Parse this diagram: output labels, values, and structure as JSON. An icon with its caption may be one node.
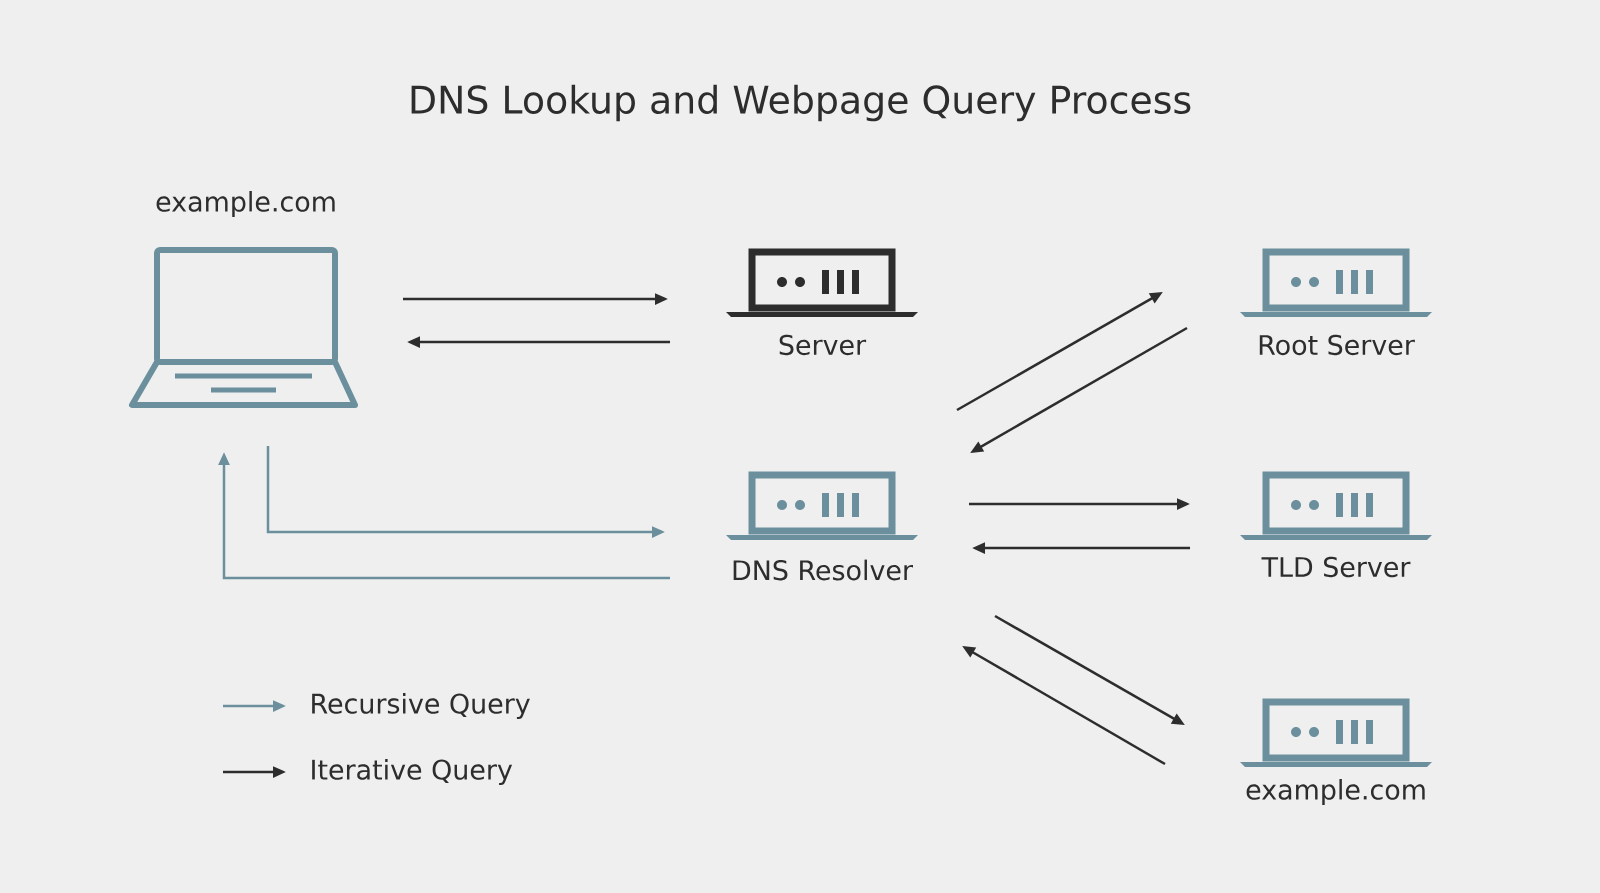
{
  "diagram": {
    "title": "DNS Lookup and Webpage Query Process",
    "nodes": [
      {
        "text": [
          "example.com"
        ]
      },
      {
        "text": [
          "Server"
        ]
      },
      {
        "text": [
          "Root Server"
        ]
      },
      {
        "text": [
          "DNS Resolver"
        ]
      },
      {
        "text": [
          "TLD Server"
        ]
      },
      {
        "text": [
          "example.com"
        ]
      }
    ],
    "edges": [
      {
        "from": 0,
        "to": 1,
        "arrow": "to"
      },
      {
        "from": 1,
        "to": 0,
        "arrow": "to"
      },
      {
        "from": 0,
        "to": 3,
        "arrow": "to",
        "color": "#6b8f9c"
      },
      {
        "from": 3,
        "to": 0,
        "arrow": "to",
        "color": "#6b8f9c"
      },
      {
        "from": 3,
        "to": 2,
        "arrow": "to"
      },
      {
        "from": 2,
        "to": 3,
        "arrow": "to"
      },
      {
        "from": 3,
        "to": 4,
        "arrow": "to"
      },
      {
        "from": 4,
        "to": 3,
        "arrow": "to"
      },
      {
        "from": 3,
        "to": 5,
        "arrow": "to"
      },
      {
        "from": 5,
        "to": 3,
        "arrow": "to"
      }
    ],
    "legend": [
      {
        "text": "Recursive Query"
      },
      {
        "text": "Iterative Query"
      }
    ]
  }
}
